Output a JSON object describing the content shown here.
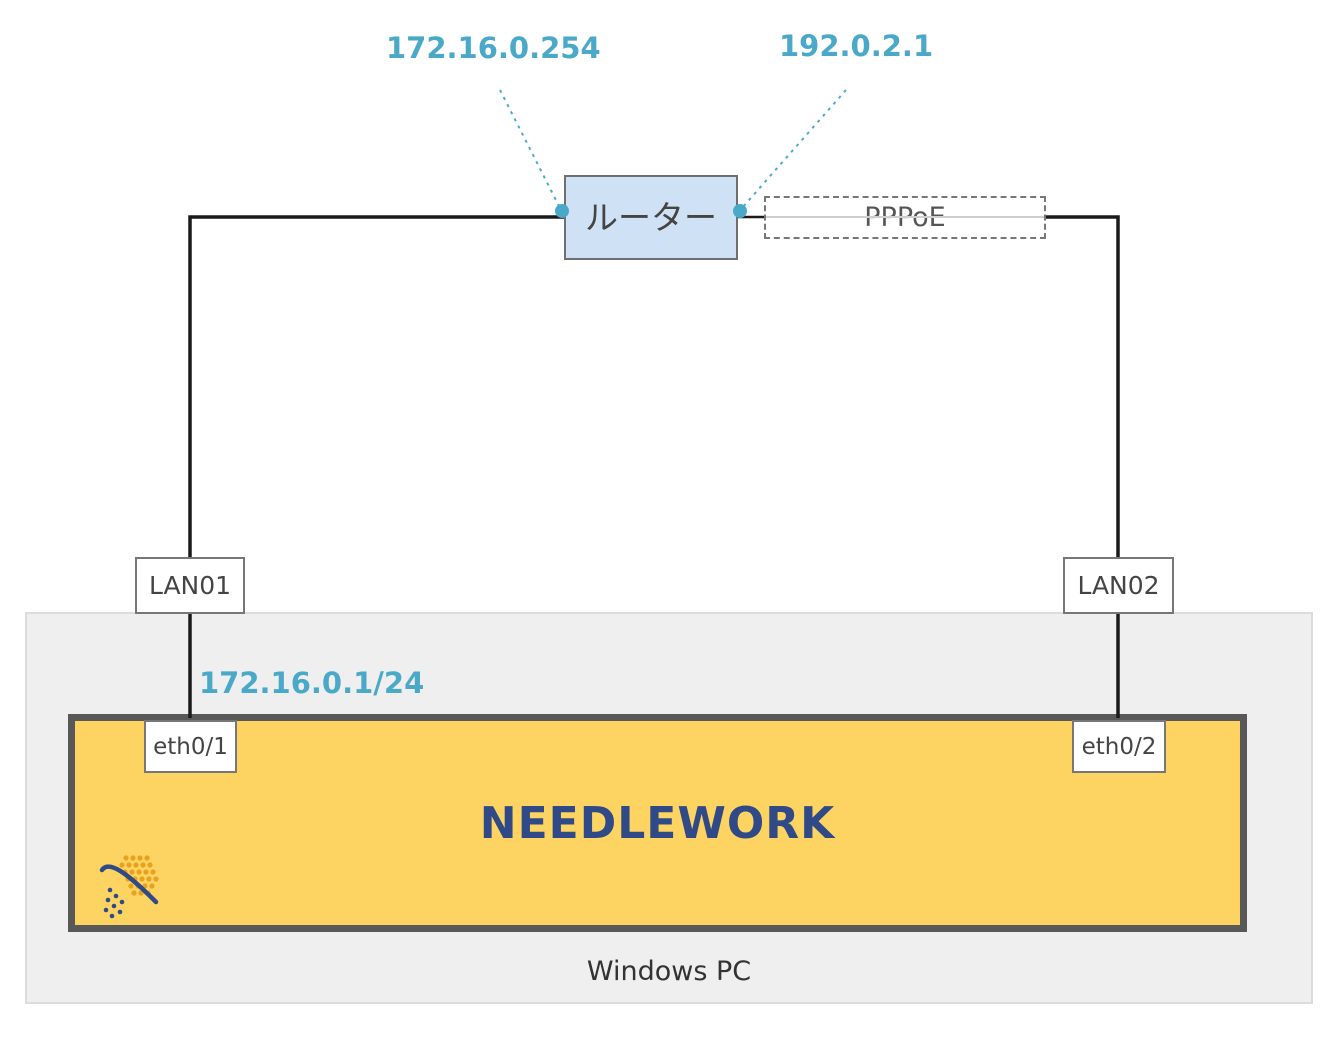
{
  "router": {
    "label": "ルーター",
    "wan_ip": "192.0.2.1",
    "lan_ip": "172.16.0.254"
  },
  "pppoe": {
    "label": "PPPoE"
  },
  "host": {
    "label": "Windows PC"
  },
  "device": {
    "name": "NEEDLEWORK",
    "ports": [
      {
        "name": "eth0/1",
        "ip": "172.16.0.1/24"
      },
      {
        "name": "eth0/2"
      }
    ]
  },
  "lan_ports": [
    "LAN01",
    "LAN02"
  ],
  "colors": {
    "ip_text": "#4aa9c9",
    "router_fill": "#cfe2f5",
    "device_fill": "#fdd462",
    "device_border": "#585858",
    "device_name": "#2f4a87",
    "host_fill": "#efefef"
  },
  "icons": {
    "logo": "needlework-logo-icon"
  }
}
